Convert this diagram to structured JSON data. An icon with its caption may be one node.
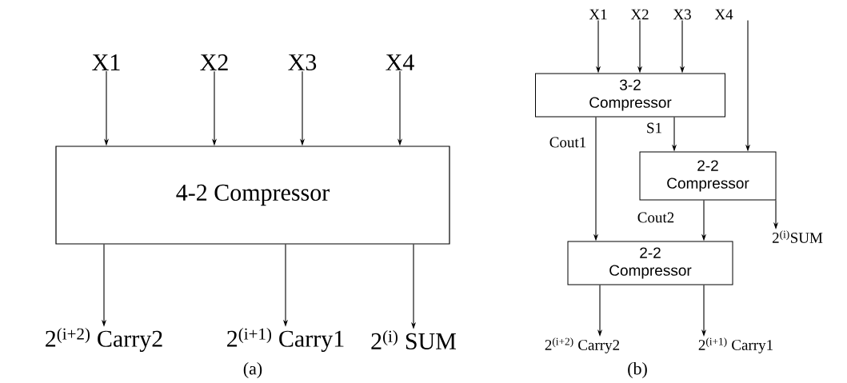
{
  "diagram": {
    "nodes": [
      {
        "text": [
          "X1"
        ]
      },
      {
        "text": [
          "X2"
        ]
      },
      {
        "text": [
          "X3"
        ]
      },
      {
        "text": [
          "X4"
        ]
      },
      {
        "text": [
          "4-2 Compressor"
        ]
      },
      {
        "text": [
          "2$^{(i+2)}$ Carry2"
        ]
      },
      {
        "text": [
          "2$^{(i+1)}$ Carry1"
        ]
      },
      {
        "text": [
          "2$^{(i)}$ SUM"
        ]
      },
      {
        "text": [
          "X1"
        ]
      },
      {
        "text": [
          "X2"
        ]
      },
      {
        "text": [
          "X3"
        ]
      },
      {
        "text": [
          "X4"
        ]
      },
      {
        "text": [
          "3-2 Compressor"
        ]
      },
      {
        "text": [
          "2-2 Compressor"
        ]
      },
      {
        "text": [
          "2-2 Compressor"
        ]
      },
      {
        "text": [
          "2$^{(i)}$SUM"
        ]
      },
      {
        "text": [
          "2$^{(i+2)}$ Carry2"
        ]
      },
      {
        "text": [
          "2$^{(i+1)}$ Carry1"
        ]
      }
    ],
    "edges": [
      {
        "from": 0,
        "to": 4,
        "arrow": "to"
      },
      {
        "from": 1,
        "to": 4,
        "arrow": "to"
      },
      {
        "from": 2,
        "to": 4,
        "arrow": "to"
      },
      {
        "from": 3,
        "to": 4,
        "arrow": "to"
      },
      {
        "from": 4,
        "to": 5,
        "arrow": "to"
      },
      {
        "from": 4,
        "to": 6,
        "arrow": "to"
      },
      {
        "from": 4,
        "to": 7,
        "arrow": "to"
      },
      {
        "from": 8,
        "to": 12,
        "arrow": "to"
      },
      {
        "from": 9,
        "to": 12,
        "arrow": "to"
      },
      {
        "from": 10,
        "to": 12,
        "arrow": "to"
      },
      {
        "from": 11,
        "to": 13,
        "arrow": "to"
      },
      {
        "from": 12,
        "to": 13,
        "arrow": "to",
        "label": "S1"
      },
      {
        "from": 12,
        "to": 14,
        "arrow": "to",
        "label": "Cout1"
      },
      {
        "from": 13,
        "to": 14,
        "arrow": "to",
        "label": "Cout2"
      },
      {
        "from": 13,
        "to": 15,
        "arrow": "to"
      },
      {
        "from": 14,
        "to": 16,
        "arrow": "to"
      },
      {
        "from": 14,
        "to": 17,
        "arrow": "to"
      }
    ],
    "labels": [
      "(a)",
      "(b)"
    ]
  }
}
